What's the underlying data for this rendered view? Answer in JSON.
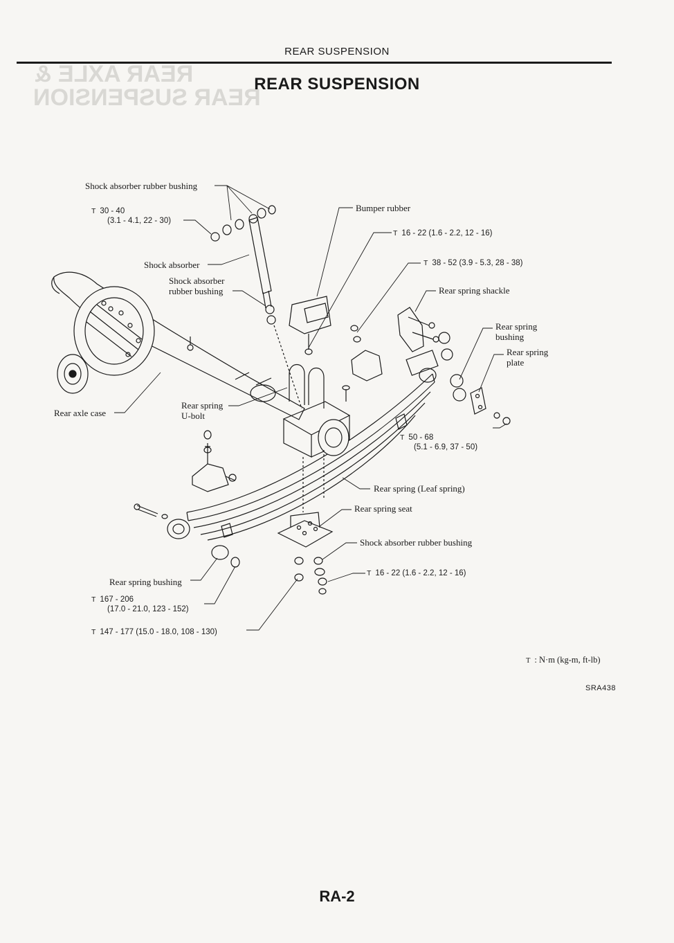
{
  "header": {
    "running_title": "REAR SUSPENSION",
    "title": "REAR SUSPENSION"
  },
  "labels": {
    "shock_bushing_top": "Shock absorber rubber bushing",
    "bumper_rubber": "Bumper rubber",
    "shock_absorber": "Shock absorber",
    "shock_bushing_mid_1": "Shock absorber",
    "shock_bushing_mid_2": "rubber bushing",
    "rear_spring_shackle": "Rear spring shackle",
    "rear_spring_bushing_right_1": "Rear spring",
    "rear_spring_bushing_right_2": "bushing",
    "rear_spring_plate_1": "Rear spring",
    "rear_spring_plate_2": "plate",
    "rear_axle_case": "Rear axle case",
    "rear_spring_ubolt_1": "Rear spring",
    "rear_spring_ubolt_2": "U-bolt",
    "leaf_spring": "Rear spring (Leaf spring)",
    "rear_spring_seat": "Rear spring seat",
    "shock_bushing_bottom": "Shock absorber rubber bushing",
    "rear_spring_bushing_left": "Rear spring bushing"
  },
  "torques": {
    "symbol": "T",
    "t_30_40_a": "30 - 40",
    "t_30_40_b": "(3.1 - 4.1, 22 - 30)",
    "t_16_22_top": "16 - 22 (1.6 - 2.2, 12 - 16)",
    "t_38_52": "38 - 52 (3.9 - 5.3, 28 - 38)",
    "t_50_68_a": "50 - 68",
    "t_50_68_b": "(5.1 - 6.9, 37 - 50)",
    "t_16_22_bottom": "16 - 22 (1.6 - 2.2, 12 - 16)",
    "t_167_206_a": "167 - 206",
    "t_167_206_b": "(17.0 - 21.0, 123 - 152)",
    "t_147_177": "147 - 177 (15.0 - 18.0, 108 - 130)"
  },
  "legend": {
    "symbol": "T",
    "text": ": N·m (kg-m, ft-lb)"
  },
  "figure_code": "SRA438",
  "page_number": "RA-2"
}
